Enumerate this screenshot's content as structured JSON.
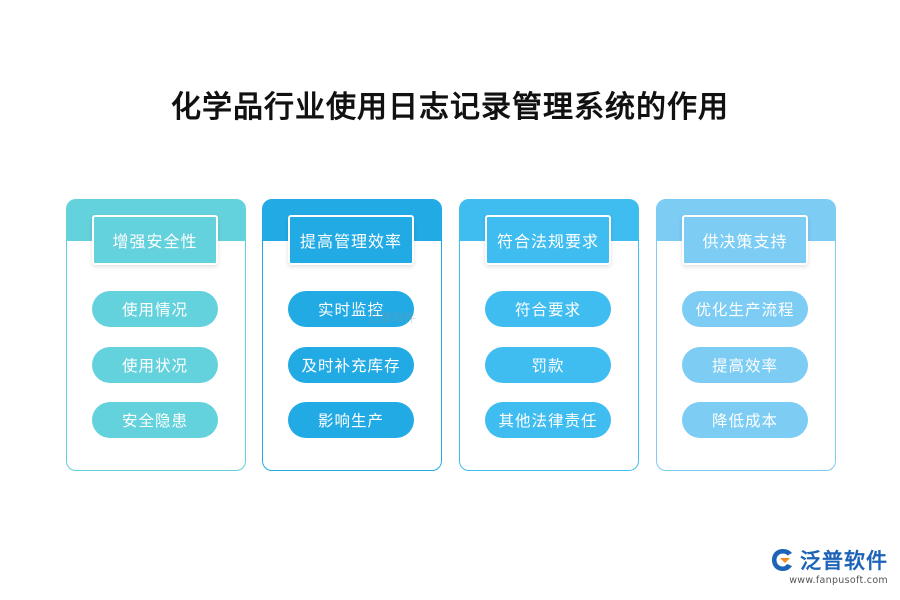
{
  "title": "化学品行业使用日志记录管理系统的作用",
  "columns": [
    {
      "heading": "增强安全性",
      "color": "#63d2dc",
      "items": [
        "使用情况",
        "使用状况",
        "安全隐患"
      ]
    },
    {
      "heading": "提高管理效率",
      "color": "#22aae4",
      "items": [
        "实时监控",
        "及时补充库存",
        "影响生产"
      ]
    },
    {
      "heading": "符合法规要求",
      "color": "#3fbdf0",
      "items": [
        "符合要求",
        "罚款",
        "其他法律责任"
      ]
    },
    {
      "heading": "供决策支持",
      "color": "#7cccf4",
      "items": [
        "优化生产流程",
        "提高效率",
        "降低成本"
      ]
    }
  ],
  "logo": {
    "name": "泛普软件",
    "url": "www.fanpusoft.com",
    "icon": "fanpu-logo-icon"
  },
  "watermark": "泛普软件"
}
